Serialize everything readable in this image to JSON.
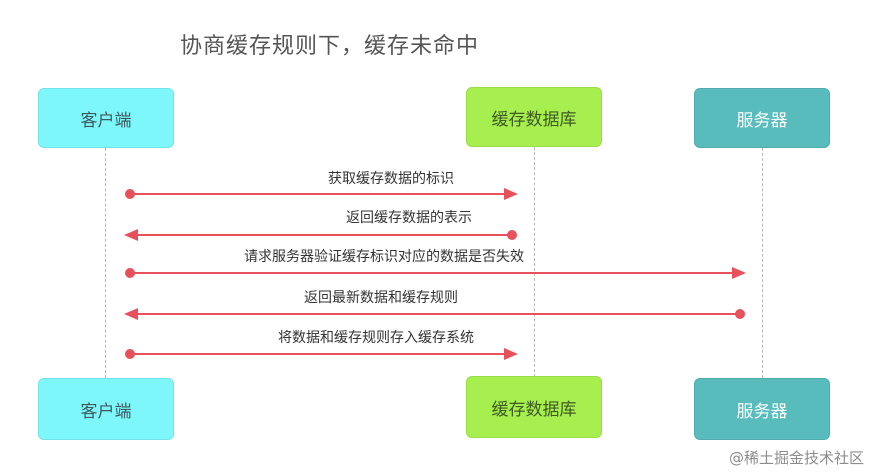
{
  "title": "协商缓存规则下，缓存未命中",
  "participants": {
    "client": "客户端",
    "cache": "缓存数据库",
    "server": "服务器"
  },
  "colors": {
    "client": "#7ef7fb",
    "cache": "#a6ef4f",
    "server": "#58bcbd",
    "arrow": "#e8505b",
    "lifeline": "#b8b8b8"
  },
  "messages": [
    {
      "label": "获取缓存数据的标识",
      "from": "客户端",
      "to": "缓存数据库"
    },
    {
      "label": "返回缓存数据的表示",
      "from": "缓存数据库",
      "to": "客户端"
    },
    {
      "label": "请求服务器验证缓存标识对应的数据是否失效",
      "from": "客户端",
      "to": "服务器"
    },
    {
      "label": "返回最新数据和缓存规则",
      "from": "服务器",
      "to": "客户端"
    },
    {
      "label": "将数据和缓存规则存入缓存系统",
      "from": "客户端",
      "to": "缓存数据库"
    }
  ],
  "watermark": "@稀土掘金技术社区"
}
